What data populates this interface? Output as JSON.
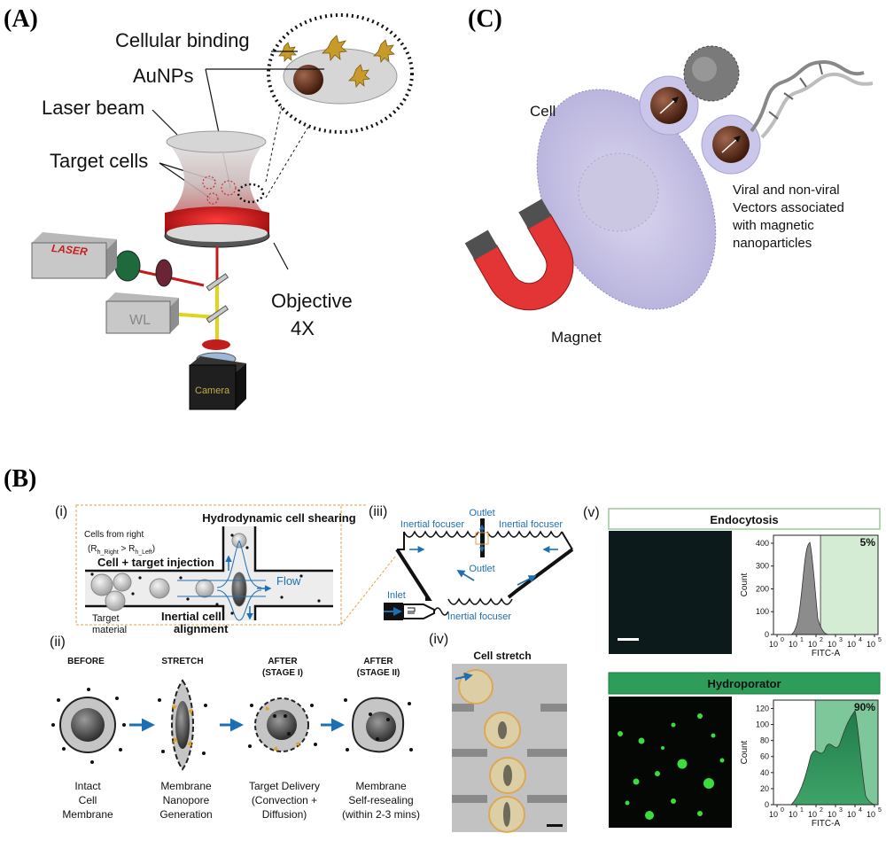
{
  "panel_a": {
    "label": "(A)",
    "cellular_binding": "Cellular binding",
    "aunps": "AuNPs",
    "laser_beam": "Laser beam",
    "target_cells": "Target cells",
    "laser_box": "LASER",
    "wl_box": "WL",
    "camera_box": "Camera",
    "objective": "Objective",
    "magnification": "4X"
  },
  "panel_c": {
    "label": "(C)",
    "cell": "Cell",
    "magnet": "Magnet",
    "vectors_line1": "Viral and non-viral",
    "vectors_line2": "Vectors associated",
    "vectors_line3": "with magnetic",
    "vectors_line4": "nanoparticles"
  },
  "panel_b": {
    "label": "(B)",
    "sub_i": "(i)",
    "sub_ii": "(ii)",
    "sub_iii": "(iii)",
    "sub_iv": "(iv)",
    "sub_v": "(v)",
    "i": {
      "shearing": "Hydrodynamic cell shearing",
      "cells_from_right": "Cells from right",
      "r_right_main": "(R",
      "r_right_sub": "h_Right",
      "gt": " > R",
      "r_left_sub": "h_Left",
      "close": ")",
      "injection": "Cell + target  injection",
      "flow": "Flow",
      "target_material_1": "Target",
      "target_material_2": "material",
      "alignment_1": "Inertial cell",
      "alignment_2": "alignment"
    },
    "ii": {
      "before": "BEFORE",
      "stretch": "STRETCH",
      "after1_a": "AFTER",
      "after1_b": "(STAGE I)",
      "after2_a": "AFTER",
      "after2_b": "(STAGE II)",
      "c1_l1": "Intact",
      "c1_l2": "Cell",
      "c1_l3": "Membrane",
      "c2_l1": "Membrane",
      "c2_l2": "Nanopore",
      "c2_l3": "Generation",
      "c3_l1": "Target Delivery",
      "c3_l2": "(Convection +",
      "c3_l3": "Diffusion)",
      "c4_l1": "Membrane",
      "c4_l2": "Self-resealing",
      "c4_l3": "(within 2-3 mins)"
    },
    "iii": {
      "outlet_top": "Outlet",
      "outlet_bottom": "Outlet",
      "focuser_left": "Inertial focuser",
      "focuser_right": "Inertial focuser",
      "focuser_bottom": "Inertial focuser",
      "inlet": "Inlet"
    },
    "iv": {
      "title": "Cell stretch"
    },
    "v": {
      "endocytosis": "Endocytosis",
      "hydroporator": "Hydroporator",
      "top_pct": "5%",
      "bottom_pct": "90%",
      "top_yticks": [
        "0",
        "100",
        "200",
        "300",
        "400"
      ],
      "bottom_yticks": [
        "0",
        "20",
        "40",
        "60",
        "80",
        "100",
        "120"
      ],
      "ylabel": "Count",
      "xlabel": "FITC-A",
      "xticks_sup": [
        "0",
        "1",
        "2",
        "3",
        "4",
        "5"
      ],
      "xtick_base": "10",
      "colors": {
        "light_green": "#d4ecd3",
        "green": "#2e9d5a",
        "gate_dark": "#7ec79a"
      }
    }
  }
}
